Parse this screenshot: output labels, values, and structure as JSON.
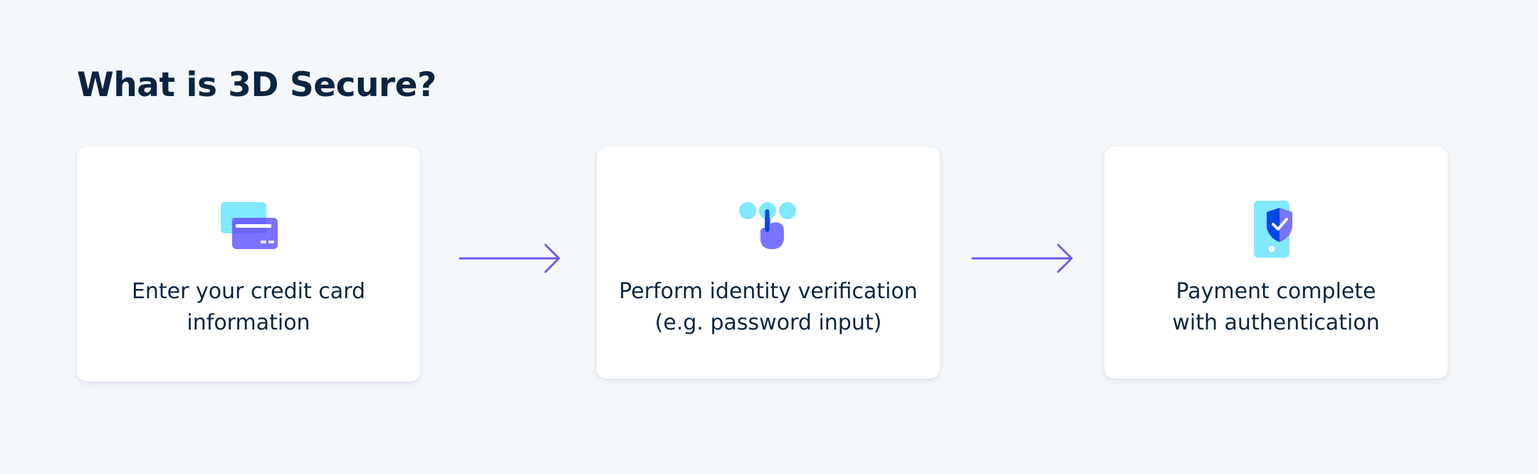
{
  "title": "What is 3D Secure?",
  "colors": {
    "background": "#f5f8fb",
    "text": "#0a2540",
    "accent_purple": "#6c5ce7",
    "icon_light_blue": "#80e9ff",
    "icon_purple": "#7a73ff",
    "icon_dark_blue": "#0048e5"
  },
  "steps": [
    {
      "icon": "credit-card-icon",
      "label_line1": "Enter your credit card",
      "label_line2": "information"
    },
    {
      "icon": "touch-verification-icon",
      "label_line1": "Perform identity verification",
      "label_line2": "(e.g. password input)"
    },
    {
      "icon": "phone-shield-icon",
      "label_line1": "Payment complete",
      "label_line2": "with authentication"
    }
  ],
  "connectors": [
    "arrow-right-icon",
    "arrow-right-icon"
  ]
}
